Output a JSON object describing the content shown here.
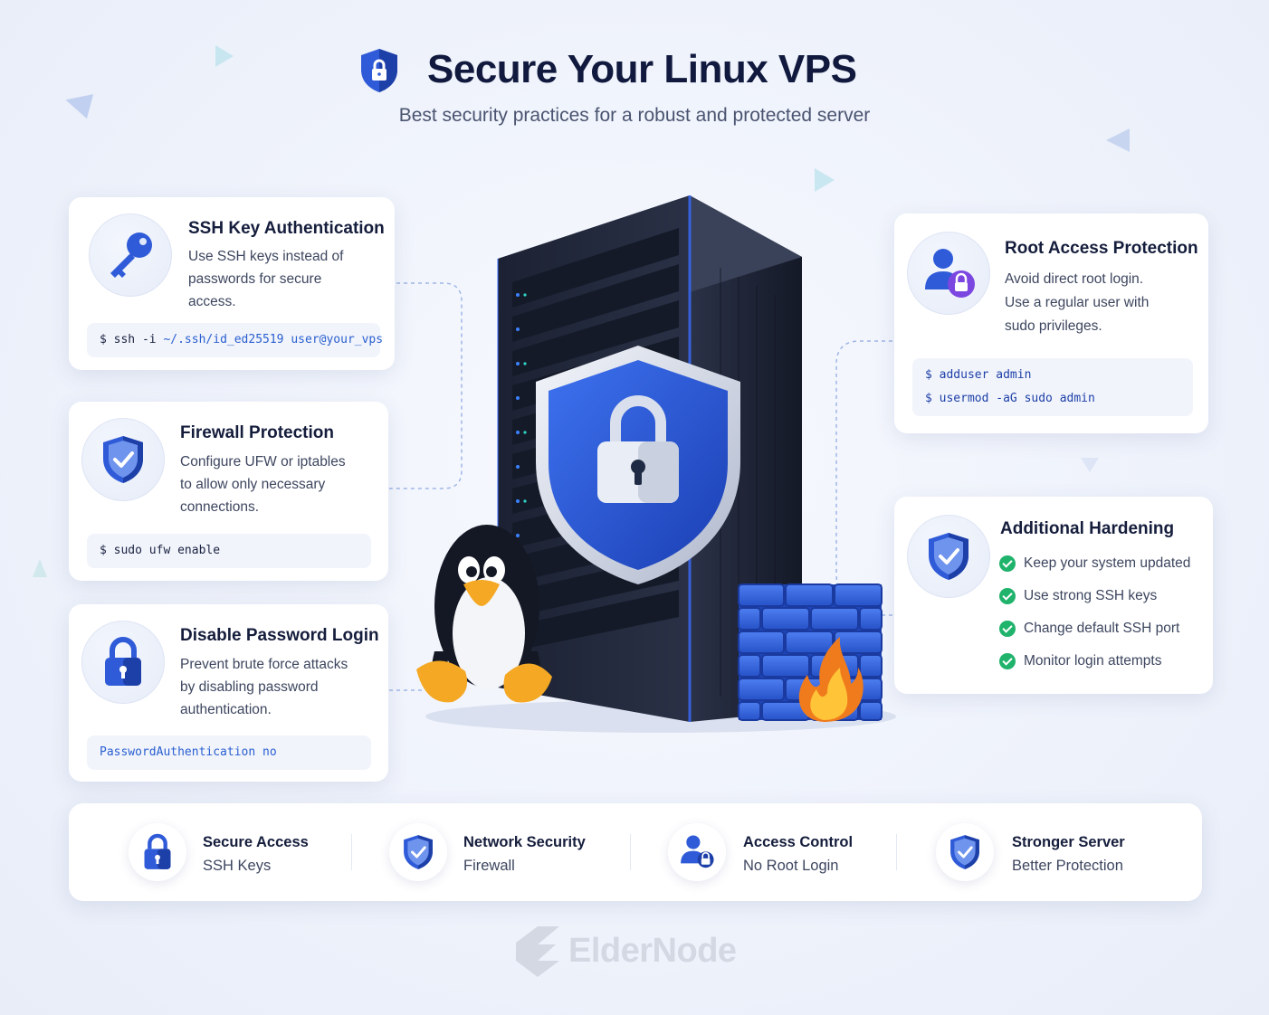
{
  "header": {
    "title": "Secure Your Linux VPS",
    "subtitle": "Best security practices for a robust and protected server"
  },
  "cards": {
    "ssh": {
      "title": "SSH Key Authentication",
      "desc_lines": [
        "Use SSH keys instead of",
        "passwords for secure",
        "access."
      ],
      "code_cmd": "$ ssh -i ",
      "code_arg": "~/.ssh/id_ed25519 user@your_vps"
    },
    "firewall": {
      "title": "Firewall Protection",
      "desc_lines": [
        "Configure UFW or iptables",
        "to allow only necessary",
        "connections."
      ],
      "code_cmd": "$ sudo ufw enable"
    },
    "password": {
      "title": "Disable Password Login",
      "desc_lines": [
        "Prevent brute force attacks",
        "by disabling password",
        "authentication."
      ],
      "code_cmd": "PasswordAuthentication no"
    },
    "root": {
      "title": "Root Access Protection",
      "desc_lines": [
        "Avoid direct root login.",
        "Use a regular user with",
        "sudo privileges."
      ],
      "code_line1": "$ adduser admin",
      "code_line2": "$ usermod -aG sudo admin"
    },
    "hardening": {
      "title": "Additional Hardening",
      "items": [
        "Keep your system updated",
        "Use strong SSH keys",
        "Change default SSH port",
        "Monitor login attempts"
      ]
    }
  },
  "bottom": [
    {
      "title": "Secure Access",
      "sub": "SSH Keys",
      "icon": "lock-icon"
    },
    {
      "title": "Network Security",
      "sub": "Firewall",
      "icon": "shield-check-icon"
    },
    {
      "title": "Access Control",
      "sub": "No Root Login",
      "icon": "user-lock-icon"
    },
    {
      "title": "Stronger Server",
      "sub": "Better Protection",
      "icon": "shield-check-icon"
    }
  ],
  "brand": "ElderNode",
  "colors": {
    "accent": "#2f5bd8",
    "accent_dark": "#1d3fa8",
    "check_green": "#1fb36b",
    "title": "#111a3e"
  }
}
